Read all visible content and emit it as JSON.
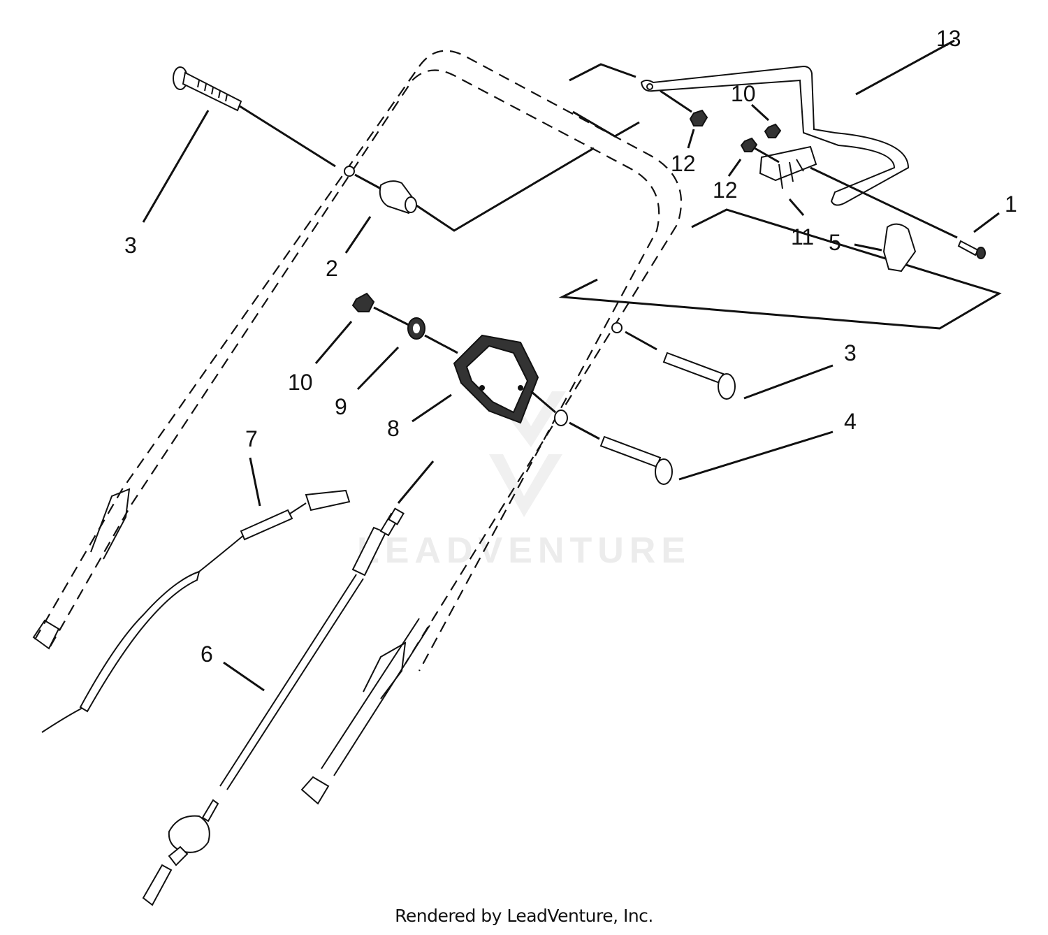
{
  "callouts": [
    "1",
    "2",
    "3",
    "3",
    "4",
    "5",
    "6",
    "7",
    "8",
    "9",
    "10",
    "10",
    "11",
    "12",
    "12",
    "13"
  ],
  "watermark": "LEADVENTURE",
  "footer": "Rendered by LeadVenture, Inc."
}
